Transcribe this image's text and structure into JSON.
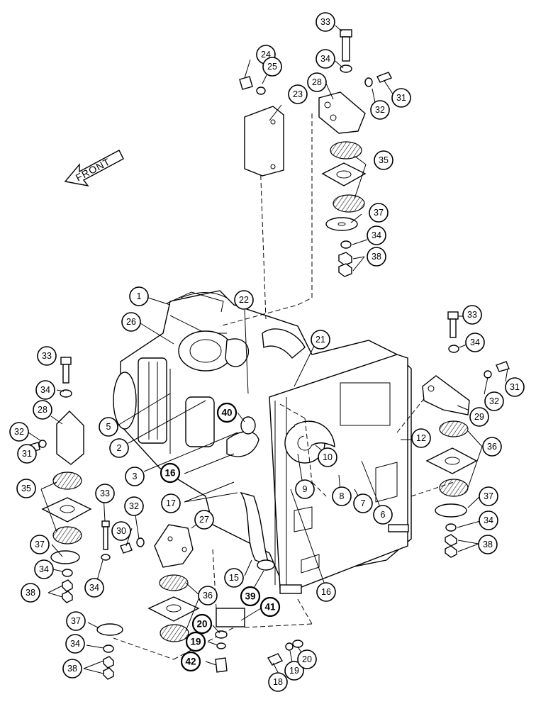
{
  "front_arrow": {
    "label": "FRONT"
  },
  "callouts": [
    {
      "id": "c1",
      "n": "1"
    },
    {
      "id": "c2",
      "n": "2"
    },
    {
      "id": "c3",
      "n": "3"
    },
    {
      "id": "c5",
      "n": "5"
    },
    {
      "id": "c6",
      "n": "6"
    },
    {
      "id": "c7",
      "n": "7"
    },
    {
      "id": "c8",
      "n": "8"
    },
    {
      "id": "c9",
      "n": "9"
    },
    {
      "id": "c10",
      "n": "10"
    },
    {
      "id": "c12",
      "n": "12"
    },
    {
      "id": "c15",
      "n": "15"
    },
    {
      "id": "c16a",
      "n": "16"
    },
    {
      "id": "c16b",
      "n": "16"
    },
    {
      "id": "c17",
      "n": "17"
    },
    {
      "id": "c18",
      "n": "18"
    },
    {
      "id": "c19a",
      "n": "19"
    },
    {
      "id": "c19b",
      "n": "19"
    },
    {
      "id": "c20a",
      "n": "20"
    },
    {
      "id": "c20b",
      "n": "20"
    },
    {
      "id": "c21",
      "n": "21"
    },
    {
      "id": "c22",
      "n": "22"
    },
    {
      "id": "c23",
      "n": "23"
    },
    {
      "id": "c24",
      "n": "24"
    },
    {
      "id": "c25",
      "n": "25"
    },
    {
      "id": "c26",
      "n": "26"
    },
    {
      "id": "c27",
      "n": "27"
    },
    {
      "id": "c28a",
      "n": "28"
    },
    {
      "id": "c28b",
      "n": "28"
    },
    {
      "id": "c29",
      "n": "29"
    },
    {
      "id": "c30",
      "n": "30"
    },
    {
      "id": "c31a",
      "n": "31"
    },
    {
      "id": "c31b",
      "n": "31"
    },
    {
      "id": "c31c",
      "n": "31"
    },
    {
      "id": "c32a",
      "n": "32"
    },
    {
      "id": "c32b",
      "n": "32"
    },
    {
      "id": "c32c",
      "n": "32"
    },
    {
      "id": "c32d",
      "n": "32"
    },
    {
      "id": "c33a",
      "n": "33"
    },
    {
      "id": "c33b",
      "n": "33"
    },
    {
      "id": "c33c",
      "n": "33"
    },
    {
      "id": "c33d",
      "n": "33"
    },
    {
      "id": "c34a",
      "n": "34"
    },
    {
      "id": "c34b",
      "n": "34"
    },
    {
      "id": "c34c",
      "n": "34"
    },
    {
      "id": "c34d",
      "n": "34"
    },
    {
      "id": "c34e",
      "n": "34"
    },
    {
      "id": "c34f",
      "n": "34"
    },
    {
      "id": "c34g",
      "n": "34"
    },
    {
      "id": "c34h",
      "n": "34"
    },
    {
      "id": "c35a",
      "n": "35"
    },
    {
      "id": "c35b",
      "n": "35"
    },
    {
      "id": "c36a",
      "n": "36"
    },
    {
      "id": "c36b",
      "n": "36"
    },
    {
      "id": "c37a",
      "n": "37"
    },
    {
      "id": "c37b",
      "n": "37"
    },
    {
      "id": "c37c",
      "n": "37"
    },
    {
      "id": "c37d",
      "n": "37"
    },
    {
      "id": "c38a",
      "n": "38"
    },
    {
      "id": "c38b",
      "n": "38"
    },
    {
      "id": "c38c",
      "n": "38"
    },
    {
      "id": "c38d",
      "n": "38"
    },
    {
      "id": "c39",
      "n": "39"
    },
    {
      "id": "c40",
      "n": "40"
    },
    {
      "id": "c41",
      "n": "41"
    },
    {
      "id": "c42",
      "n": "42"
    }
  ]
}
